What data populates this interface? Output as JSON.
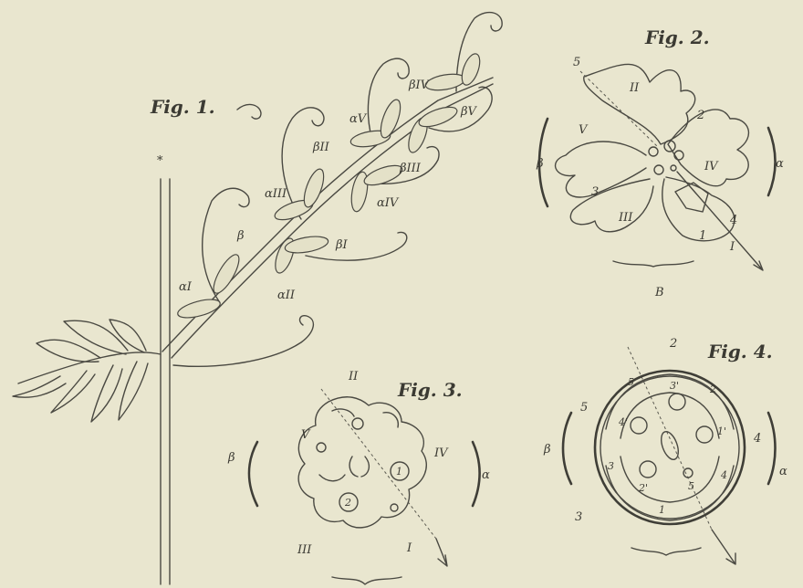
{
  "figures": {
    "fig1": {
      "title": "Fig. 1.",
      "star": "*"
    },
    "fig2": {
      "title": "Fig. 2.",
      "letter": "B"
    },
    "fig3": {
      "title": "Fig. 3."
    },
    "fig4": {
      "title": "Fig. 4."
    }
  },
  "labels": {
    "fig1": [
      {
        "t": "βIV"
      },
      {
        "t": "βV"
      },
      {
        "t": "αV"
      },
      {
        "t": "βII"
      },
      {
        "t": "βIII"
      },
      {
        "t": "αIII"
      },
      {
        "t": "αIV"
      },
      {
        "t": "β"
      },
      {
        "t": "βI"
      },
      {
        "t": "αI"
      },
      {
        "t": "αII"
      }
    ],
    "fig2": [
      {
        "t": "5"
      },
      {
        "t": "II"
      },
      {
        "t": "2"
      },
      {
        "t": "V"
      },
      {
        "t": "β"
      },
      {
        "t": "α"
      },
      {
        "t": "IV"
      },
      {
        "t": "3"
      },
      {
        "t": "III"
      },
      {
        "t": "4"
      },
      {
        "t": "1"
      },
      {
        "t": "I"
      }
    ],
    "fig3": [
      {
        "t": "II"
      },
      {
        "t": "V"
      },
      {
        "t": "β"
      },
      {
        "t": "IV"
      },
      {
        "t": "α"
      },
      {
        "t": "1"
      },
      {
        "t": "2"
      },
      {
        "t": "III"
      },
      {
        "t": "I"
      }
    ],
    "fig4": [
      {
        "t": "2"
      },
      {
        "t": "5"
      },
      {
        "t": "3'"
      },
      {
        "t": "2"
      },
      {
        "t": "5"
      },
      {
        "t": "4'"
      },
      {
        "t": "1'"
      },
      {
        "t": "β"
      },
      {
        "t": "4"
      },
      {
        "t": "α"
      },
      {
        "t": "3"
      },
      {
        "t": "2'"
      },
      {
        "t": "5"
      },
      {
        "t": "4"
      },
      {
        "t": "3"
      },
      {
        "t": "1"
      }
    ]
  },
  "colors": {
    "paper": "#e9e6cf",
    "ink": "#4a4942"
  }
}
